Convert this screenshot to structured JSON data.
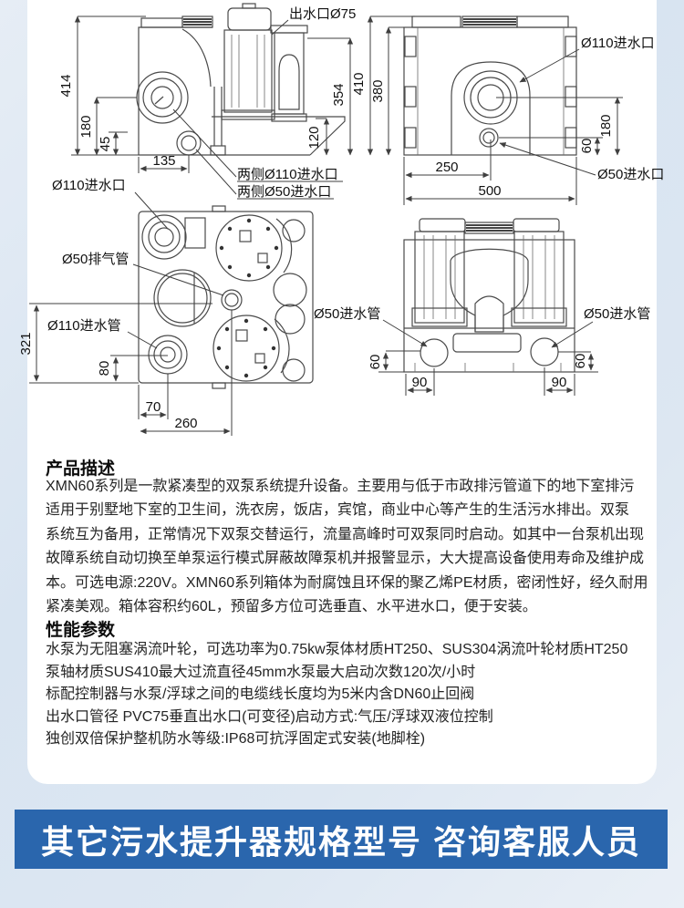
{
  "colors": {
    "banner_bg": "#2a66ad",
    "page_bg": "#d9e4f0",
    "card_bg": "#ffffff",
    "line": "#4a4a4a"
  },
  "drawings": {
    "side_view": {
      "outlet": "出水口Ø75",
      "dim_414": "414",
      "dim_180": "180",
      "dim_45": "45",
      "dim_135": "135",
      "dim_354": "354",
      "dim_120": "120",
      "both_sides_110": "两侧Ø110进水口",
      "both_sides_50": "两侧Ø50进水口",
      "inlet_110": "Ø110进水口"
    },
    "front_view": {
      "dim_410": "410",
      "dim_380": "380",
      "dim_180": "180",
      "dim_60": "60",
      "dim_250": "250",
      "dim_500": "500",
      "inlet_110": "Ø110进水口",
      "inlet_50": "Ø50进水口"
    },
    "top_view": {
      "dim_321": "321",
      "dim_80": "80",
      "dim_70": "70",
      "dim_260": "260",
      "vent_50": "Ø50排气管",
      "inlet_pipe_110": "Ø110进水管"
    },
    "rear_view": {
      "dim_60_left": "60",
      "dim_90_left": "90",
      "dim_60_right": "60",
      "dim_90_right": "90",
      "inlet_pipe_50_left": "Ø50进水管",
      "inlet_pipe_50_right": "Ø50进水管"
    }
  },
  "description": {
    "heading": "产品描述",
    "lines": [
      "XMN60系列是一款紧凑型的双泵系统提升设备。主要用与低于市政排污管道下的地下室排污",
      "适用于别墅地下室的卫生间，洗衣房，饭店，宾馆，商业中心等产生的生活污水排出。双泵",
      "系统互为备用，正常情况下双泵交替运行，流量高峰时可双泵同时启动。如其中一台泵机出现",
      "故障系统自动切换至单泵运行模式屏蔽故障泵机并报警显示，大大提高设备使用寿命及维护成",
      "本。可选电源:220V。XMN60系列箱体为耐腐蚀且环保的聚乙烯PE材质，密闭性好，经久耐用",
      "紧凑美观。箱体容积约60L，预留多方位可选垂直、水平进水口，便于安装。"
    ]
  },
  "parameters": {
    "heading": "性能参数",
    "lines": [
      "水泵为无阻塞涡流叶轮，可选功率为0.75kw泵体材质HT250、SUS304涡流叶轮材质HT250",
      "泵轴材质SUS410最大过流直径45mm水泵最大启动次数120次/小时",
      "标配控制器与水泵/浮球之间的电缆线长度均为5米内含DN60止回阀",
      "出水口管径 PVC75垂直出水口(可变径)启动方式:气压/浮球双液位控制",
      "独创双倍保护整机防水等级:IP68可抗浮固定式安装(地脚栓)"
    ]
  },
  "banner": {
    "text": "其它污水提升器规格型号 咨询客服人员"
  }
}
